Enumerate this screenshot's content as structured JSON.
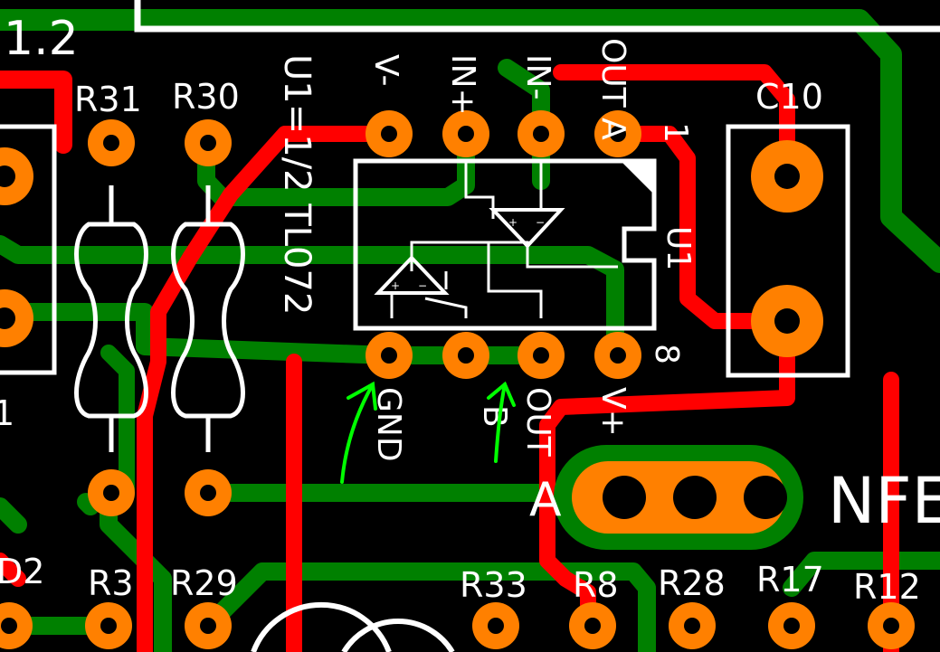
{
  "colors": {
    "background": "#000000",
    "top_copper": "#ff0000",
    "bottom_copper": "#008000",
    "pad": "#ff8000",
    "silkscreen": "#ffffff",
    "annotation": "#00ff00"
  },
  "board_text": {
    "version": "1.2",
    "footprint_label": "U1=1/2 TL072",
    "edge_partial_left": "1",
    "edge_partial_d2": "D2",
    "nfe_partial": "NFE",
    "connector_a": "A",
    "ic_ref": "U1"
  },
  "refdes": {
    "r31": "R31",
    "r30": "R30",
    "c10": "C10",
    "r3": "R3",
    "r29": "R29",
    "r33": "R33",
    "r8": "R8",
    "r28": "R28",
    "r17": "R17",
    "r12": "R12"
  },
  "pins_top": {
    "p4": "V-",
    "p3": "IN+",
    "p2": "IN-",
    "p1": "OUT A",
    "p1_num": "1"
  },
  "pins_bottom": {
    "p5": "GND",
    "p6": "B",
    "p7": "OUT",
    "p8": "V+",
    "p8_num": "8"
  },
  "icons": [
    "opamp-a-icon",
    "opamp-b-icon",
    "annotation-arrow-icon"
  ]
}
